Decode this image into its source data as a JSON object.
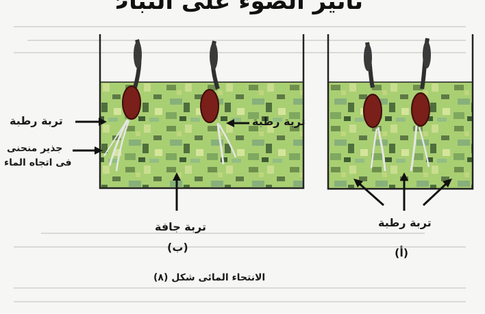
{
  "header": {
    "title_fragment": "تأثير الضوء على النبات"
  },
  "panel_b": {
    "moist_soil_left": "تربة رطبة",
    "moist_soil_right": "تربة رطبة",
    "curved_root": "جذير منحنى",
    "toward_water": "فى اتجاه الماء",
    "dry_soil": "تربة جافة",
    "panel_letter": "(ب)"
  },
  "panel_a": {
    "moist_soil": "تربة رطبة",
    "panel_letter": "(أ)"
  },
  "figure_caption": "الانتحاء المائى شكل (٨)",
  "colors": {
    "soil_base": "#a9cf73",
    "soil_dark": "#5d7a45",
    "seed": "#7a1f1a",
    "shoot": "#3a3a3a",
    "container": "#222222"
  }
}
